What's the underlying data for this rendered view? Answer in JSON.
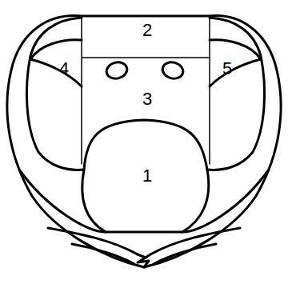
{
  "diagram": {
    "labels": [
      "2",
      "4",
      "5",
      "3",
      "1"
    ]
  }
}
